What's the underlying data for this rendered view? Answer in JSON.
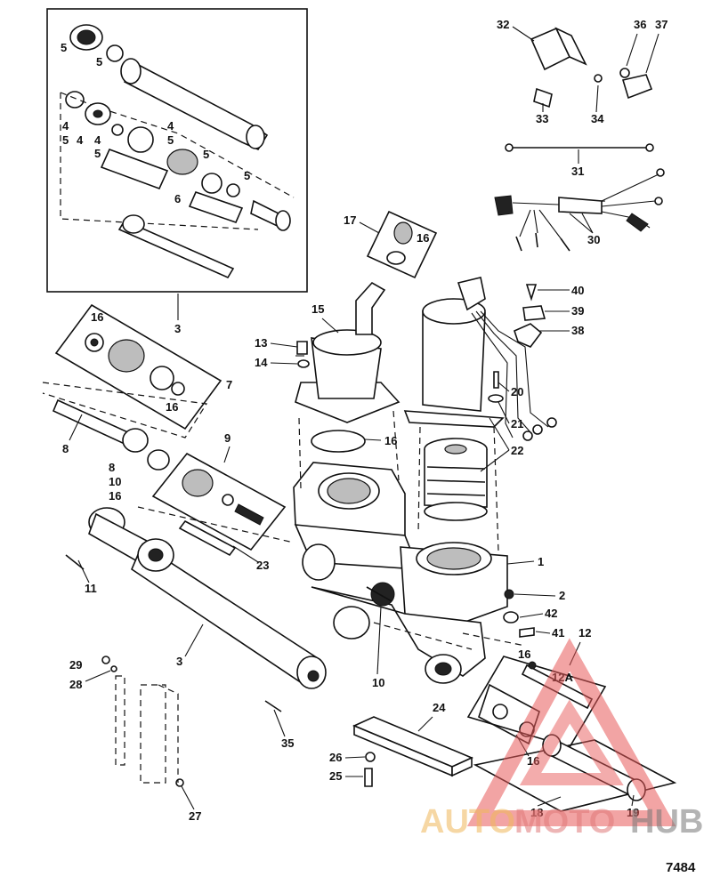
{
  "figure_number": "7484",
  "watermark": {
    "part1": "AUTO",
    "part2": "MOTO",
    "part3": "HUB",
    "colors": {
      "auto": "#f0b85a",
      "moto": "#e07a7a",
      "hub": "#777777",
      "triangle": "#e85a5a"
    }
  },
  "callouts": [
    "1",
    "2",
    "3",
    "4",
    "5",
    "6",
    "7",
    "8",
    "9",
    "10",
    "11",
    "12",
    "13",
    "14",
    "15",
    "16",
    "17",
    "18",
    "19",
    "20",
    "21",
    "22",
    "23",
    "24",
    "25",
    "26",
    "27",
    "28",
    "29",
    "30",
    "31",
    "32",
    "33",
    "34",
    "35",
    "36",
    "37",
    "38",
    "39",
    "40",
    "41",
    "42",
    "12A"
  ],
  "parts_icons": [
    "piston-rod",
    "end-cap",
    "trim-cylinder",
    "valve-assembly",
    "manual-release-valve",
    "reservoir-cap",
    "pump-motor",
    "oil-pump",
    "solenoid",
    "wire-harness",
    "pump-base",
    "mounting-bracket"
  ]
}
